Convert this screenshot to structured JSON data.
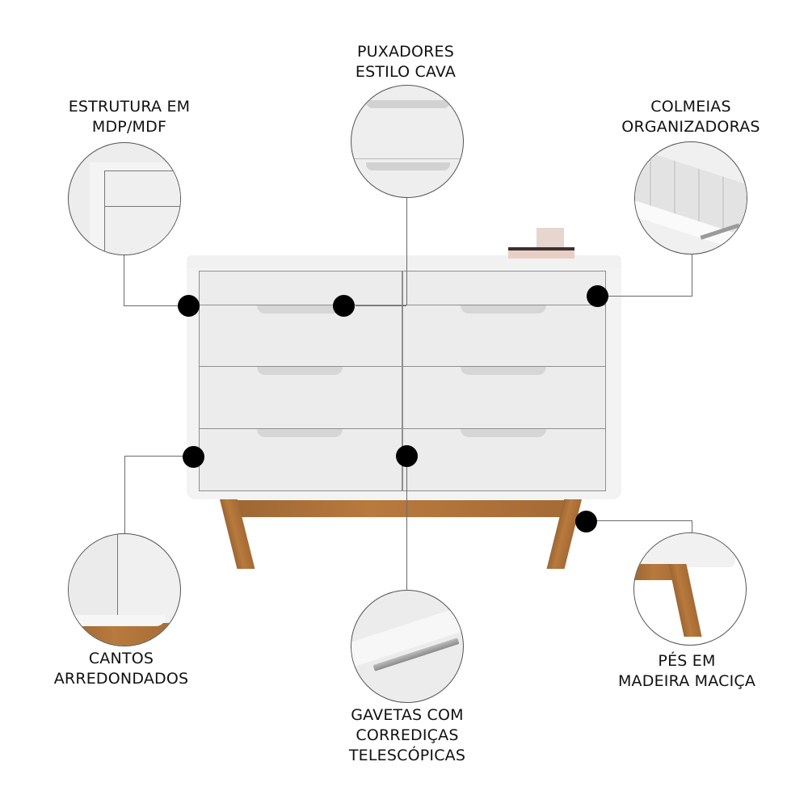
{
  "features": [
    {
      "id": "estrutura",
      "lines": [
        "ESTRUTURA EM",
        "MDP/MDF"
      ]
    },
    {
      "id": "puxadores",
      "lines": [
        "PUXADORES",
        "ESTILO CAVA"
      ]
    },
    {
      "id": "colmeias",
      "lines": [
        "COLMEIAS",
        "ORGANIZADORAS"
      ]
    },
    {
      "id": "cantos",
      "lines": [
        "CANTOS",
        "ARREDONDADOS"
      ]
    },
    {
      "id": "gavetas",
      "lines": [
        "GAVETAS COM",
        "CORREDIÇAS",
        "TELESCÓPICAS"
      ]
    },
    {
      "id": "pes",
      "lines": [
        "PÉS EM",
        "MADEIRA MACIÇA"
      ]
    }
  ],
  "colors": {
    "dresser_white": "#f3f3f3",
    "wood": "#b07538",
    "dot": "#000000",
    "line": "#6a6a6a"
  }
}
